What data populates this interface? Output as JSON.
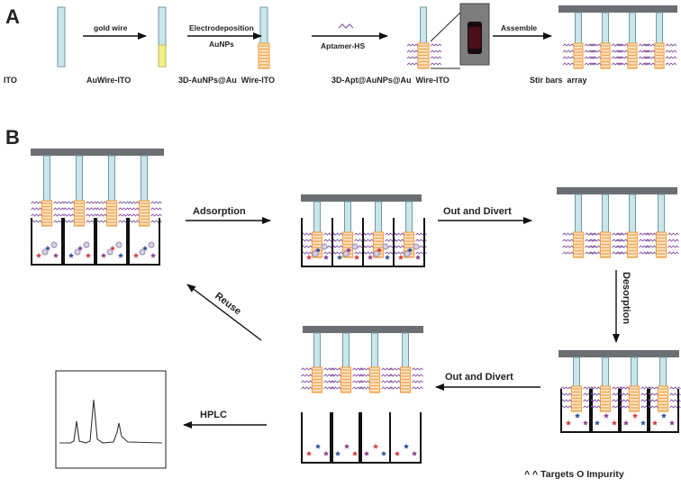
{
  "panels": {
    "a": "A",
    "b": "B"
  },
  "panel_a": {
    "stages": [
      "ITO",
      "AuWire-ITO",
      "3D-AuNPs@Au  Wire-ITO",
      "3D-Apt@AuNPs@Au  Wire-ITO",
      "Stir bars  array"
    ],
    "steps": [
      {
        "top": "gold wire",
        "bottom": ""
      },
      {
        "top": "Electrodeposition",
        "bottom": "AuNPs"
      },
      {
        "top": "",
        "bottom": "Aptamer-HS"
      },
      {
        "top": "Assemble",
        "bottom": ""
      }
    ]
  },
  "panel_b": {
    "arrows": {
      "adsorption": "Adsorption",
      "out_divert_top": "Out and Divert",
      "desorption": "Desorption",
      "out_divert_bottom": "Out and Divert",
      "hplc": "HPLC",
      "reuse": "Reuse"
    },
    "legend": "^ ^ Targets O Impurity"
  },
  "colors": {
    "rod": "#c9e6ec",
    "rod_stroke": "#6f9aa4",
    "gold_wire": "#f3ef86",
    "aunps": "#f0a34a",
    "bar": "#6b6f74",
    "aptamer": "#8a5aa6",
    "star_red": "#d43a3a",
    "star_blue": "#2d4f9a",
    "star_purple": "#8a3e8a",
    "impurity": "#9a8bb0"
  }
}
